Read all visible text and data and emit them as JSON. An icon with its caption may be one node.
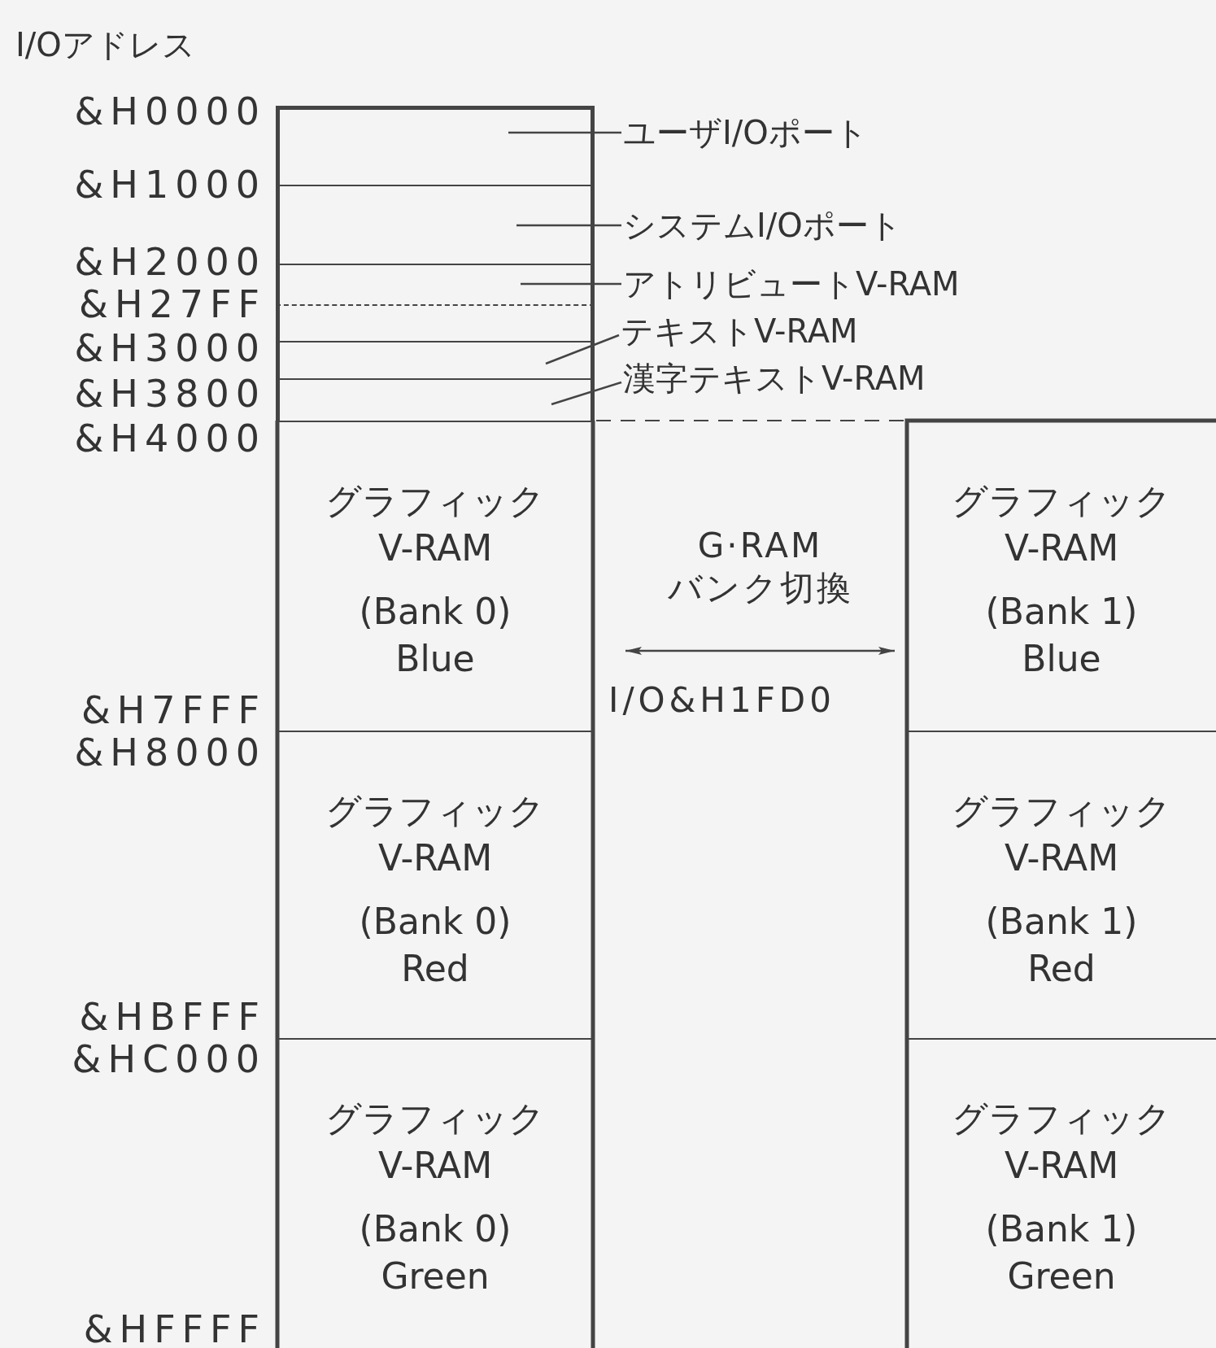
{
  "diagram": {
    "nodes": [
      {
        "text": [],
        "shape": "box"
      },
      {
        "text": [],
        "shape": "box"
      },
      {
        "text": [],
        "shape": "box"
      },
      {
        "text": [],
        "shape": "box"
      },
      {
        "text": [],
        "shape": "box"
      },
      {
        "text": [],
        "shape": "box"
      },
      {
        "text": [
          "グラフィック",
          "V-RAM",
          "(Bank 0)",
          "Blue"
        ]
      },
      {
        "text": [
          "グラフィック",
          "V-RAM",
          "(Bank 0)",
          "Red"
        ]
      },
      {
        "text": [
          "グラフィック",
          "V-RAM",
          "(Bank 0)",
          "Green"
        ]
      },
      {
        "text": [
          "グラフィック",
          "V-RAM",
          "(Bank 1)",
          "Blue"
        ]
      },
      {
        "text": [
          "グラフィック",
          "V-RAM",
          "(Bank 1)",
          "Red"
        ]
      },
      {
        "text": [
          "グラフィック",
          "V-RAM",
          "(Bank 1)",
          "Green"
        ]
      },
      {
        "text": [
          "ユーザI/Oポート"
        ]
      },
      {
        "text": [
          "システムI/Oポート"
        ]
      },
      {
        "text": [
          "アトリビュートV-RAM"
        ]
      },
      {
        "text": [
          "テキストV-RAM"
        ]
      },
      {
        "text": [
          "漢字テキストV-RAM"
        ]
      }
    ],
    "edges": [
      {
        "from": 12,
        "to": 0,
        "arrow": "none"
      },
      {
        "from": 13,
        "to": 1,
        "arrow": "none"
      },
      {
        "from": 14,
        "to": 2,
        "arrow": "none"
      },
      {
        "from": 15,
        "to": 4,
        "arrow": "none"
      },
      {
        "from": 16,
        "to": 5,
        "arrow": "none"
      },
      {
        "from": 6,
        "to": 9,
        "arrow": "both",
        "label": "G·RAM バンク切換"
      }
    ],
    "labels": [
      "I/Oアドレス",
      "&H0000",
      "&H1000",
      "&H2000",
      "&H27FF",
      "&H3000",
      "&H3800",
      "&H4000",
      "&H7FFF",
      "&H8000",
      "&HBFFF",
      "&HC000",
      "&HFFFF",
      "I/O&H1FD0"
    ]
  }
}
